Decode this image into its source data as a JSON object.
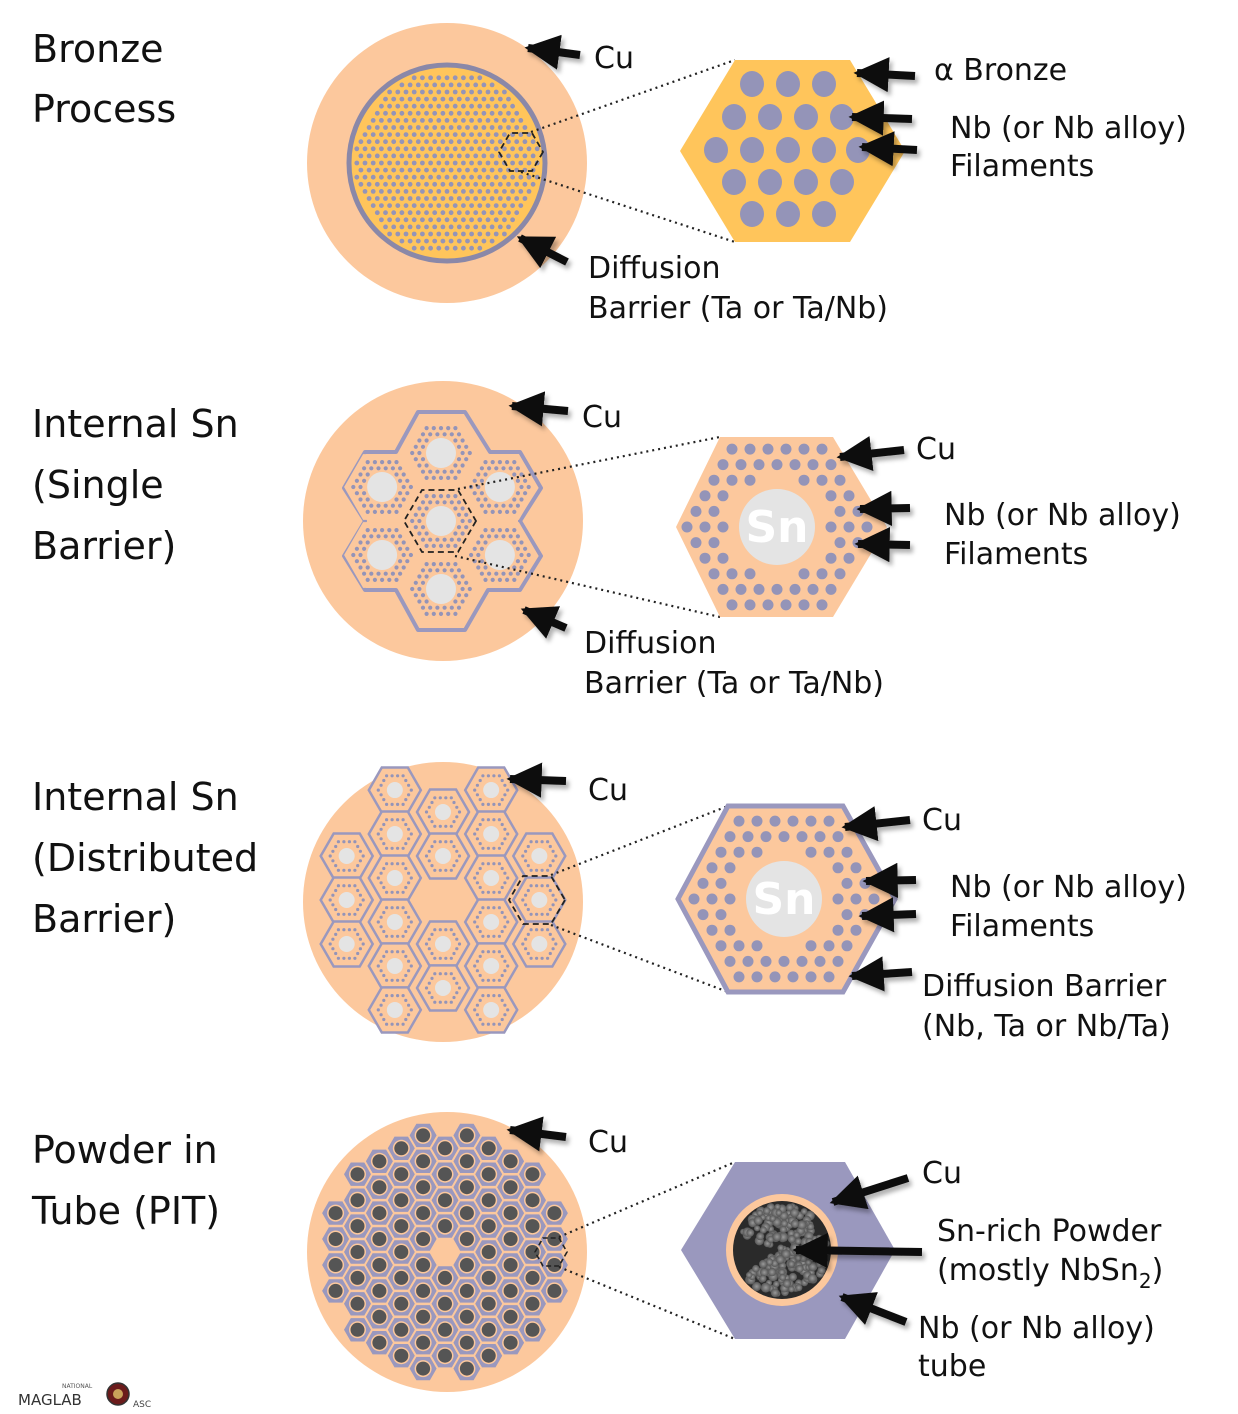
{
  "colors": {
    "cu": "#FCC89D",
    "bronze": "#FFC55B",
    "nb": "#9494B8",
    "barrier": "#9A98BE",
    "sn": "#E4E4E4",
    "powder_core": "#2A2A2A"
  },
  "panels": [
    {
      "title_lines": [
        "Bronze",
        "Process"
      ],
      "wire_labels": {
        "cu": "Cu",
        "barrier_lines": [
          "Diffusion",
          "Barrier (Ta or Ta/Nb)"
        ]
      },
      "detail_labels": {
        "matrix": "α Bronze",
        "filament_lines": [
          "Nb (or Nb alloy)",
          "Filaments"
        ]
      }
    },
    {
      "title_lines": [
        "Internal Sn",
        "(Single",
        "Barrier)"
      ],
      "wire_labels": {
        "cu": "Cu",
        "barrier_lines": [
          "Diffusion",
          "Barrier (Ta or Ta/Nb)"
        ]
      },
      "detail_labels": {
        "cu": "Cu",
        "sn": "Sn",
        "filament_lines": [
          "Nb (or Nb alloy)",
          "Filaments"
        ]
      }
    },
    {
      "title_lines": [
        "Internal Sn",
        "(Distributed",
        "Barrier)"
      ],
      "wire_labels": {
        "cu": "Cu"
      },
      "detail_labels": {
        "cu": "Cu",
        "sn": "Sn",
        "filament_lines": [
          "Nb (or Nb alloy)",
          "Filaments"
        ],
        "barrier_lines": [
          "Diffusion Barrier",
          "(Nb, Ta or Nb/Ta)"
        ]
      }
    },
    {
      "title_lines": [
        "Powder in",
        "Tube (PIT)"
      ],
      "wire_labels": {
        "cu": "Cu"
      },
      "detail_labels": {
        "cu": "Cu",
        "powder_line1": "Sn-rich Powder",
        "powder_line2_main": "(mostly NbSn",
        "powder_line2_sub": "2",
        "powder_line2_end": ")",
        "tube_lines": [
          "Nb (or Nb alloy)",
          "tube"
        ]
      }
    }
  ],
  "logo": {
    "main": "MAGLAB",
    "small": "NATIONAL",
    "side": "ASC"
  }
}
